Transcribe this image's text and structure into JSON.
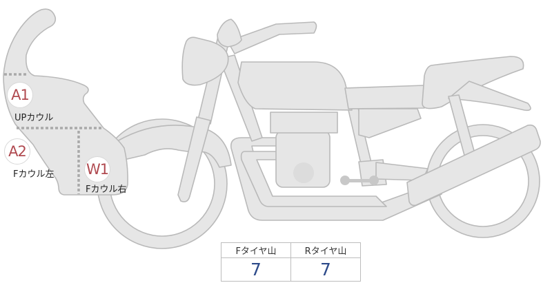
{
  "diagram": {
    "subject": "motorcycle-side-view",
    "colors": {
      "part_fill": "#e6e6e6",
      "part_stroke": "#b9b9b9",
      "badge_text": "#b04a50",
      "value_text": "#2c4a8a"
    },
    "zones": [
      {
        "code": "A1",
        "label": "UPカウル"
      },
      {
        "code": "A2",
        "label": "Fカウル左"
      },
      {
        "code": "W1",
        "label": "Fカウル右"
      }
    ]
  },
  "tread_table": {
    "headers": [
      "Fタイヤ山",
      "Rタイヤ山"
    ],
    "values": [
      "7",
      "7"
    ]
  }
}
